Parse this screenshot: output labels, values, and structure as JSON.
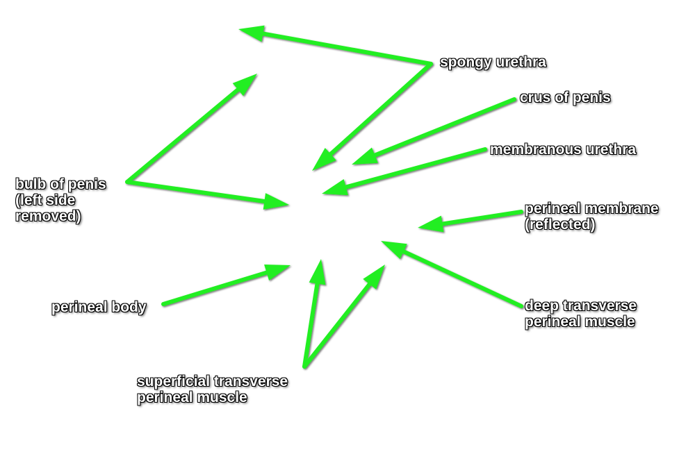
{
  "colors": {
    "arrow": "#22ee22",
    "label_text": "#ffffff",
    "label_outline": "#000000"
  },
  "labels": {
    "spongy_urethra": [
      "spongy urethra"
    ],
    "crus_of_penis": [
      "crus of penis"
    ],
    "membranous_urethra": [
      "membranous urethra"
    ],
    "perineal_membrane": [
      "perineal membrane",
      "(reflected)"
    ],
    "deep_transverse": [
      "deep transverse",
      "perineal muscle"
    ],
    "superficial_transverse": [
      "superficial transverse",
      "perineal muscle"
    ],
    "perineal_body": [
      "perineal body"
    ],
    "bulb_of_penis": [
      "bulb of penis",
      "(left side",
      "removed)"
    ]
  }
}
